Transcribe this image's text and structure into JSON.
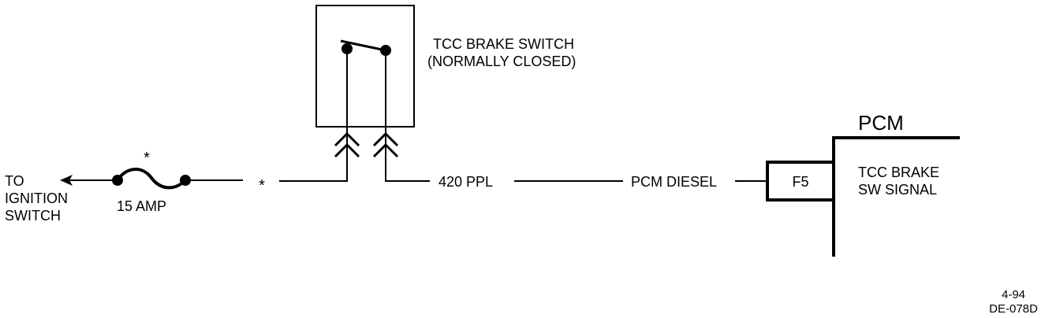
{
  "diagram": {
    "source": {
      "label_lines": [
        "TO",
        "IGNITION",
        "SWITCH"
      ]
    },
    "fuse": {
      "rating": "15 AMP",
      "marker": "*"
    },
    "wire_marker": "*",
    "switch": {
      "title_line1": "TCC BRAKE SWITCH",
      "title_line2": "(NORMALLY CLOSED)",
      "state": "normally-closed"
    },
    "circuit": {
      "wire_label": "420 PPL",
      "destination_label": "PCM DIESEL"
    },
    "pcm": {
      "title": "PCM",
      "pin": "F5",
      "signal_line1": "TCC BRAKE",
      "signal_line2": "SW SIGNAL"
    },
    "footer": {
      "date": "4-94",
      "code": "DE-078D"
    },
    "colors": {
      "ink": "#000000",
      "paper": "#ffffff"
    }
  }
}
